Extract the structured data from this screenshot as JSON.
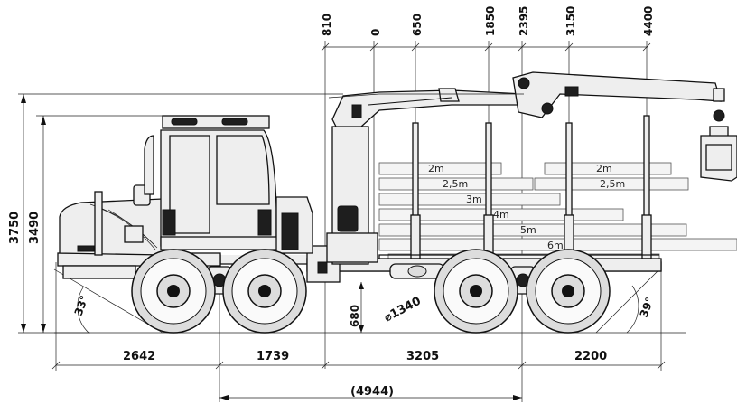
{
  "top_positions": [
    "810",
    "0",
    "650",
    "1850",
    "2395",
    "3150",
    "4400"
  ],
  "heights": {
    "total": "3750",
    "cab": "3490"
  },
  "ground_clearance": "680",
  "wheel_diameter": "⌀1340",
  "angles": {
    "front": "33°",
    "rear": "39°"
  },
  "bottom_dims": [
    "2642",
    "1739",
    "3205",
    "2200"
  ],
  "wheelbase": "(4944)",
  "log_lengths": [
    "2m",
    "2m",
    "2,5m",
    "2,5m",
    "3m",
    "4m",
    "5m",
    "6m"
  ],
  "colors": {
    "line": "#111111",
    "fill": "#eeeeee",
    "dark": "#1e1e1e",
    "log": "#f4f4f4"
  }
}
